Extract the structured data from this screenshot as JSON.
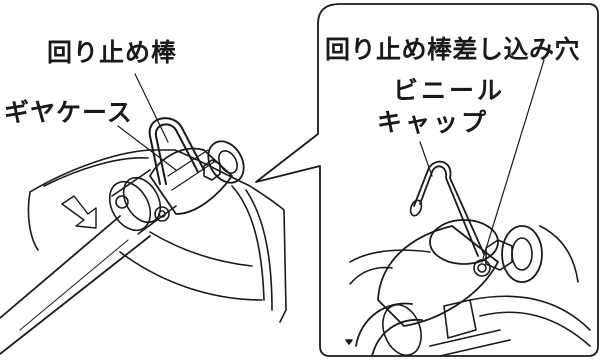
{
  "labels": {
    "stopper_rod": "回り止め棒",
    "gear_case": "ギヤケース",
    "stopper_hole": "回り止め棒差し込み穴",
    "vinyl_cap_line1": "ビニール",
    "vinyl_cap_line2": "キャップ"
  },
  "colors": {
    "ink": "#1a1a1a",
    "background": "#ffffff"
  }
}
